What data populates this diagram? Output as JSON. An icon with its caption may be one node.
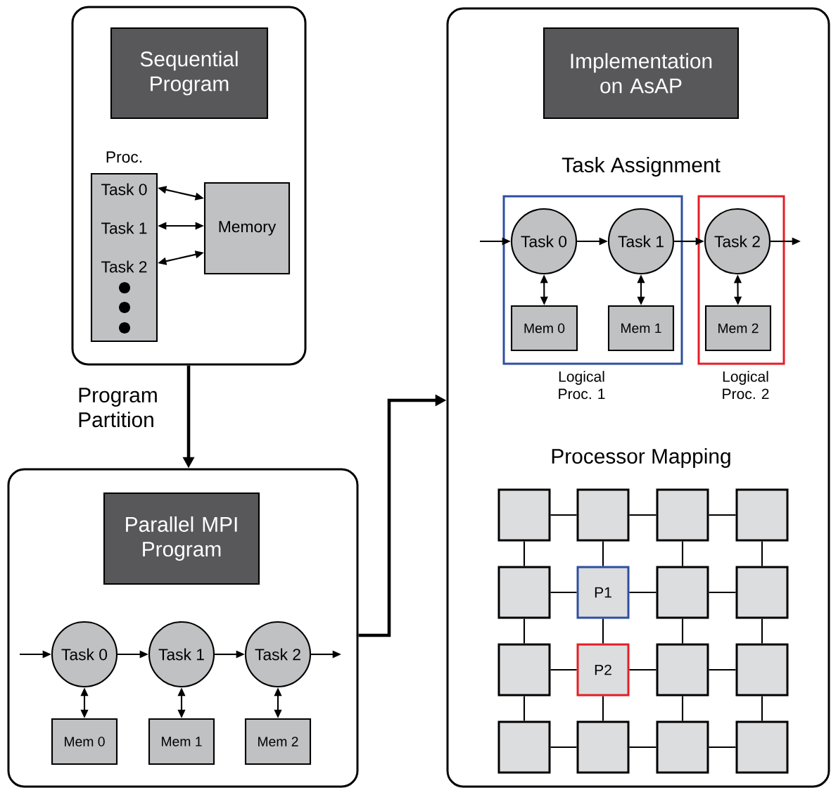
{
  "diagram": {
    "nodes": [
      {
        "text": [],
        "shape": "box"
      },
      {
        "text": [
          "Sequential Program"
        ],
        "in": 0
      },
      {
        "text": [
          "Proc.",
          "Task 0",
          "Task 1",
          "Task 2"
        ],
        "in": 0
      },
      {
        "text": [
          "Memory"
        ],
        "in": 0
      },
      {
        "text": [],
        "shape": "box"
      },
      {
        "text": [
          "Parallel MPI Program"
        ],
        "in": 4
      },
      {
        "text": [
          "Task 0"
        ],
        "in": 4
      },
      {
        "text": [
          "Task 1"
        ],
        "in": 4
      },
      {
        "text": [
          "Task 2"
        ],
        "in": 4
      },
      {
        "text": [
          "Mem 0"
        ],
        "in": 4
      },
      {
        "text": [
          "Mem 1"
        ],
        "in": 4
      },
      {
        "text": [
          "Mem 2"
        ],
        "in": 4
      },
      {
        "text": [],
        "shape": "box"
      },
      {
        "text": [
          "Implementation on AsAP"
        ],
        "in": 12
      },
      {
        "text": [
          "Logical Proc. 1"
        ],
        "in": 12
      },
      {
        "text": [
          "Logical Proc. 2"
        ],
        "in": 12
      },
      {
        "text": [
          "Task 0"
        ],
        "in": 14
      },
      {
        "text": [
          "Task 1"
        ],
        "in": 14
      },
      {
        "text": [
          "Task 2"
        ],
        "in": 15
      },
      {
        "text": [
          "Mem 0"
        ],
        "in": 14
      },
      {
        "text": [
          "Mem 1"
        ],
        "in": 14
      },
      {
        "text": [
          "Mem 2"
        ],
        "in": 15
      },
      {
        "text": [],
        "shape": "box",
        "in": 12
      },
      {
        "text": [],
        "shape": "box",
        "in": 12
      },
      {
        "text": [],
        "shape": "box",
        "in": 12
      },
      {
        "text": [],
        "shape": "box",
        "in": 12
      },
      {
        "text": [],
        "shape": "box",
        "in": 12
      },
      {
        "text": [
          "P1"
        ],
        "in": 12
      },
      {
        "text": [],
        "shape": "box",
        "in": 12
      },
      {
        "text": [],
        "shape": "box",
        "in": 12
      },
      {
        "text": [],
        "shape": "box",
        "in": 12
      },
      {
        "text": [
          "P2"
        ],
        "in": 12
      },
      {
        "text": [],
        "shape": "box",
        "in": 12
      },
      {
        "text": [],
        "shape": "box",
        "in": 12
      },
      {
        "text": [],
        "shape": "box",
        "in": 12
      },
      {
        "text": [],
        "shape": "box",
        "in": 12
      },
      {
        "text": [],
        "shape": "box",
        "in": 12
      },
      {
        "text": [],
        "shape": "box",
        "in": 12
      }
    ],
    "edges": [
      {
        "from": 0,
        "to": 4,
        "arrow": "to",
        "label": "Program Partition",
        "style": "thick"
      },
      {
        "from": 2,
        "to": 3,
        "arrow": "both"
      },
      {
        "from": 2,
        "to": 3,
        "arrow": "both"
      },
      {
        "from": 2,
        "to": 3,
        "arrow": "both"
      },
      {
        "from": null,
        "to": 6,
        "arrow": "to"
      },
      {
        "from": 6,
        "to": 7,
        "arrow": "to"
      },
      {
        "from": 7,
        "to": 8,
        "arrow": "to"
      },
      {
        "from": 8,
        "to": null,
        "arrow": "to"
      },
      {
        "from": 6,
        "to": 9,
        "arrow": "both"
      },
      {
        "from": 7,
        "to": 10,
        "arrow": "both"
      },
      {
        "from": 8,
        "to": 11,
        "arrow": "both"
      },
      {
        "from": 4,
        "to": 12,
        "arrow": "to",
        "style": "thick"
      },
      {
        "from": null,
        "to": 16,
        "arrow": "to"
      },
      {
        "from": 16,
        "to": 17,
        "arrow": "to"
      },
      {
        "from": 17,
        "to": 18,
        "arrow": "to"
      },
      {
        "from": 18,
        "to": null,
        "arrow": "to"
      },
      {
        "from": 16,
        "to": 19,
        "arrow": "both"
      },
      {
        "from": 17,
        "to": 20,
        "arrow": "both"
      },
      {
        "from": 18,
        "to": 21,
        "arrow": "both"
      },
      {
        "from": 22,
        "to": 23,
        "arrow": "none"
      },
      {
        "from": 23,
        "to": 24,
        "arrow": "none"
      },
      {
        "from": 24,
        "to": 25,
        "arrow": "none"
      },
      {
        "from": 26,
        "to": 27,
        "arrow": "none"
      },
      {
        "from": 27,
        "to": 28,
        "arrow": "none"
      },
      {
        "from": 28,
        "to": 29,
        "arrow": "none"
      },
      {
        "from": 30,
        "to": 31,
        "arrow": "none"
      },
      {
        "from": 31,
        "to": 32,
        "arrow": "none"
      },
      {
        "from": 32,
        "to": 33,
        "arrow": "none"
      },
      {
        "from": 34,
        "to": 35,
        "arrow": "none"
      },
      {
        "from": 35,
        "to": 36,
        "arrow": "none"
      },
      {
        "from": 36,
        "to": 37,
        "arrow": "none"
      },
      {
        "from": 22,
        "to": 26,
        "arrow": "none"
      },
      {
        "from": 26,
        "to": 30,
        "arrow": "none"
      },
      {
        "from": 30,
        "to": 34,
        "arrow": "none"
      },
      {
        "from": 23,
        "to": 27,
        "arrow": "none"
      },
      {
        "from": 27,
        "to": 31,
        "arrow": "none"
      },
      {
        "from": 31,
        "to": 35,
        "arrow": "none"
      },
      {
        "from": 24,
        "to": 28,
        "arrow": "none"
      },
      {
        "from": 28,
        "to": 32,
        "arrow": "none"
      },
      {
        "from": 32,
        "to": 36,
        "arrow": "none"
      },
      {
        "from": 25,
        "to": 29,
        "arrow": "none"
      },
      {
        "from": 29,
        "to": 33,
        "arrow": "none"
      },
      {
        "from": 33,
        "to": 37,
        "arrow": "none"
      }
    ],
    "labels": [
      "Task Assignment",
      "Processor Mapping"
    ]
  }
}
